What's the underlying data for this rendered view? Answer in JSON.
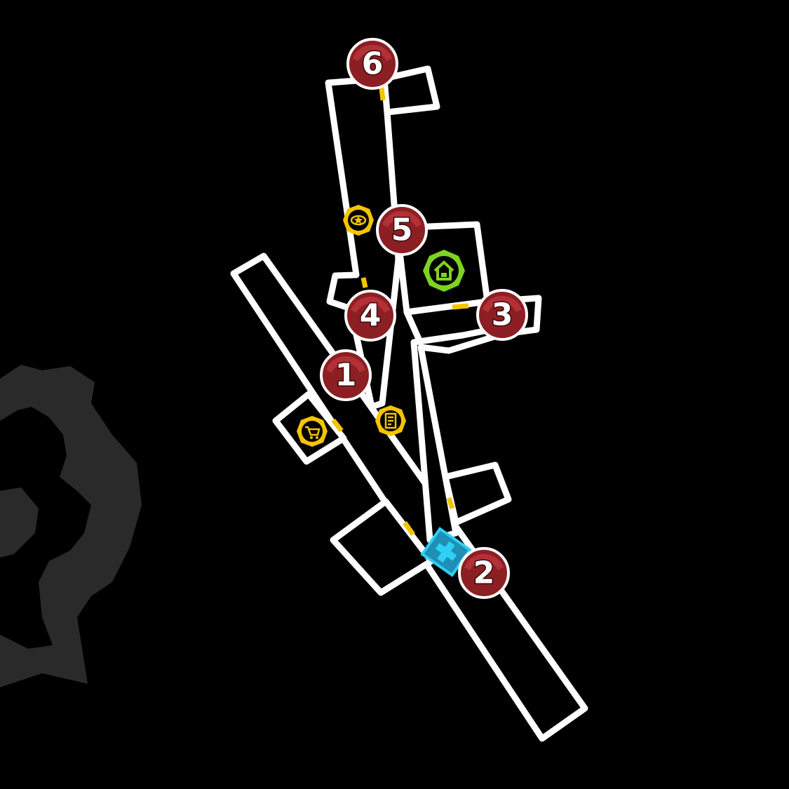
{
  "map": {
    "background_color": "#000000",
    "wall_color": "#ffffff",
    "door_color": "#f5c400",
    "landmark_color": "#2a2a2a",
    "markers": [
      {
        "id": "marker-1",
        "label": "1"
      },
      {
        "id": "marker-2",
        "label": "2"
      },
      {
        "id": "marker-3",
        "label": "3"
      },
      {
        "id": "marker-4",
        "label": "4"
      },
      {
        "id": "marker-5",
        "label": "5"
      },
      {
        "id": "marker-6",
        "label": "6"
      }
    ],
    "pois": [
      {
        "id": "police-badge",
        "icon": "badge-star-icon",
        "color": "#f5c400"
      },
      {
        "id": "shop",
        "icon": "shopping-cart-icon",
        "color": "#f5c400"
      },
      {
        "id": "vending",
        "icon": "vending-machine-icon",
        "color": "#f5c400"
      },
      {
        "id": "safe-house",
        "icon": "house-icon",
        "color": "#7ed321"
      },
      {
        "id": "medic",
        "icon": "medical-cross-icon",
        "color": "#2fd0f5"
      }
    ]
  }
}
